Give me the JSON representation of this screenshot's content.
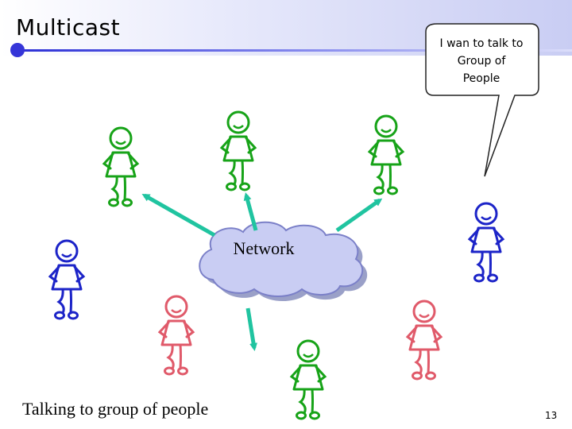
{
  "slide": {
    "title": "Multicast",
    "caption": "Talking to group of people",
    "page_number": "13"
  },
  "speech_bubble": {
    "text": "I wan to talk to\nGroup of\nPeople"
  },
  "network": {
    "label": "Network"
  },
  "colors": {
    "blue_person": "#1c24c8",
    "green_person": "#17a318",
    "red_person": "#e05a6a",
    "arrow": "#20c4a0",
    "cloud_fill": "#c9cdf3"
  },
  "people": [
    {
      "color": "green",
      "role": "receiver"
    },
    {
      "color": "green",
      "role": "receiver"
    },
    {
      "color": "green",
      "role": "receiver"
    },
    {
      "color": "blue",
      "role": "sender"
    },
    {
      "color": "blue",
      "role": "bystander"
    },
    {
      "color": "red",
      "role": "bystander"
    },
    {
      "color": "green",
      "role": "receiver"
    },
    {
      "color": "red",
      "role": "bystander"
    }
  ]
}
